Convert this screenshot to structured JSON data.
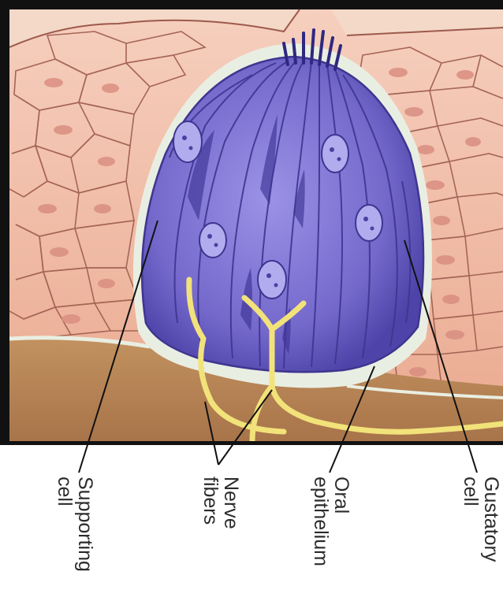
{
  "labels": {
    "supporting_line1": "Supporting",
    "supporting_line2": "cell",
    "nerve_line1": "Nerve",
    "nerve_line2": "fibers",
    "oral_line1": "Oral",
    "oral_line2": "epithelium",
    "gustatory_line1": "Gustatory",
    "gustatory_line2": "cell"
  },
  "colors": {
    "epithelium": "#f0bca9",
    "cell_border": "#9c5a4c",
    "connective_tissue": "#b88454",
    "taste_bud": "#7b6fcf",
    "taste_bud_dark": "#3f3590",
    "nerve": "#f2e27a",
    "frame": "#111111",
    "lining": "#e9eee2"
  }
}
